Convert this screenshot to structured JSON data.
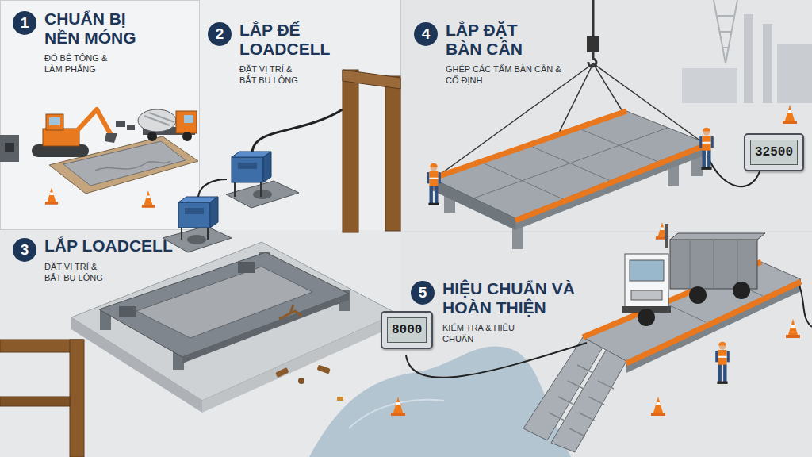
{
  "diagram": {
    "nodes": [
      {
        "text": [
          "1",
          "CHUẨN BỊ NỀN MÓNG",
          "ĐỔ BÊ TÔNG & LÀM PHẲNG"
        ]
      },
      {
        "text": [
          "2",
          "LẮP ĐẾ LOADCELL",
          "ĐẶT VỊ TRÍ & BẮT BU LÔNG"
        ]
      },
      {
        "text": [
          "3",
          "LẮP LOADCELL",
          "ĐẶT VỊ TRÍ & BẮT BU LÔNG"
        ]
      },
      {
        "text": [
          "4",
          "LẮP ĐẶT BÀN CÂN",
          "GHÉP CÁC TẤM BÀN CÂN & CỐ ĐỊNH"
        ]
      },
      {
        "text": [
          "5",
          "HIỆU CHUẨN VÀ HOÀN THIỆN",
          "KIỂM TRA & HIỆU CHUẨN"
        ]
      },
      {
        "text": [
          "32500"
        ]
      },
      {
        "text": [
          "8000"
        ]
      }
    ]
  }
}
